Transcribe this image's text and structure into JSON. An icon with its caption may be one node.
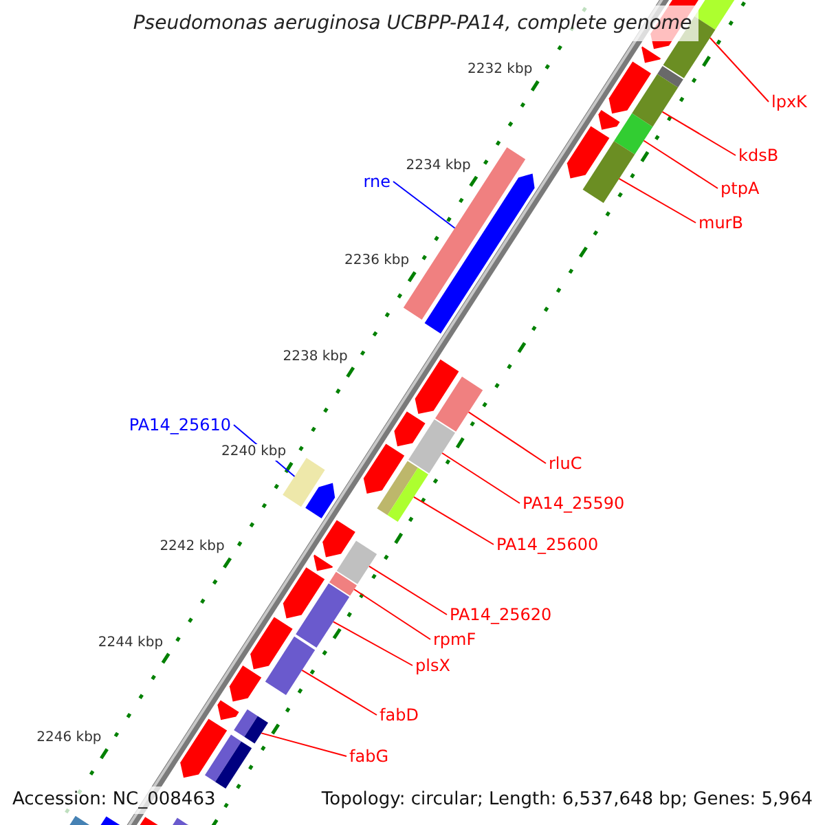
{
  "diagram": {
    "title": "Pseudomonas aeruginosa UCBPP-PA14, complete genome",
    "nodes": [
      {
        "text": [
          "lpxK"
        ]
      },
      {
        "text": [
          "kdsB"
        ]
      },
      {
        "text": [
          "ptpA"
        ]
      },
      {
        "text": [
          "murB"
        ]
      },
      {
        "text": [
          "rne"
        ]
      },
      {
        "text": [
          "PA14_25610"
        ]
      },
      {
        "text": [
          "rluC"
        ]
      },
      {
        "text": [
          "PA14_25590"
        ]
      },
      {
        "text": [
          "PA14_25600"
        ]
      },
      {
        "text": [
          "PA14_25620"
        ]
      },
      {
        "text": [
          "rpmF"
        ]
      },
      {
        "text": [
          "plsX"
        ]
      },
      {
        "text": [
          "fabD"
        ]
      },
      {
        "text": [
          "fabG"
        ]
      },
      {
        "text": [],
        "shape": "bar"
      },
      {
        "text": [],
        "shape": "bar"
      },
      {
        "text": [],
        "shape": "bar"
      },
      {
        "text": [],
        "shape": "bar"
      },
      {
        "text": [],
        "shape": "bar"
      },
      {
        "text": [],
        "shape": "bar"
      },
      {
        "text": [],
        "shape": "bar"
      },
      {
        "text": [],
        "shape": "bar"
      },
      {
        "text": [],
        "shape": "bar"
      },
      {
        "text": [],
        "shape": "bar"
      },
      {
        "text": [],
        "shape": "bar"
      },
      {
        "text": [],
        "shape": "bar"
      },
      {
        "text": [],
        "shape": "bar"
      },
      {
        "text": [],
        "shape": "bar"
      },
      {
        "text": [],
        "shape": "bar"
      },
      {
        "text": [],
        "shape": "bar"
      }
    ],
    "edges": [
      {
        "from": 0,
        "to": 14,
        "arrow": "none"
      },
      {
        "from": 1,
        "to": 15,
        "arrow": "none"
      },
      {
        "from": 2,
        "to": 16,
        "arrow": "none"
      },
      {
        "from": 3,
        "to": 17,
        "arrow": "none"
      },
      {
        "from": 4,
        "to": 18,
        "arrow": "none",
        "color": "#0000ff"
      },
      {
        "from": 5,
        "to": 19,
        "arrow": "none",
        "color": "#0000ff"
      },
      {
        "from": 6,
        "to": 20,
        "arrow": "none"
      },
      {
        "from": 7,
        "to": 21,
        "arrow": "none"
      },
      {
        "from": 8,
        "to": 22,
        "arrow": "none"
      },
      {
        "from": 9,
        "to": 23,
        "arrow": "none"
      },
      {
        "from": 10,
        "to": 24,
        "arrow": "none"
      },
      {
        "from": 11,
        "to": 25,
        "arrow": "none"
      },
      {
        "from": 12,
        "to": 26,
        "arrow": "none"
      },
      {
        "from": 13,
        "to": 27,
        "arrow": "none"
      }
    ],
    "labels": [
      "2232 kbp",
      "2234 kbp",
      "2236 kbp",
      "2238 kbp",
      "2240 kbp",
      "2242 kbp",
      "2244 kbp",
      "2246 kbp",
      "Accession: NC_008463",
      "Topology: circular; Length: 6,537,648 bp; Genes: 5,964"
    ]
  }
}
